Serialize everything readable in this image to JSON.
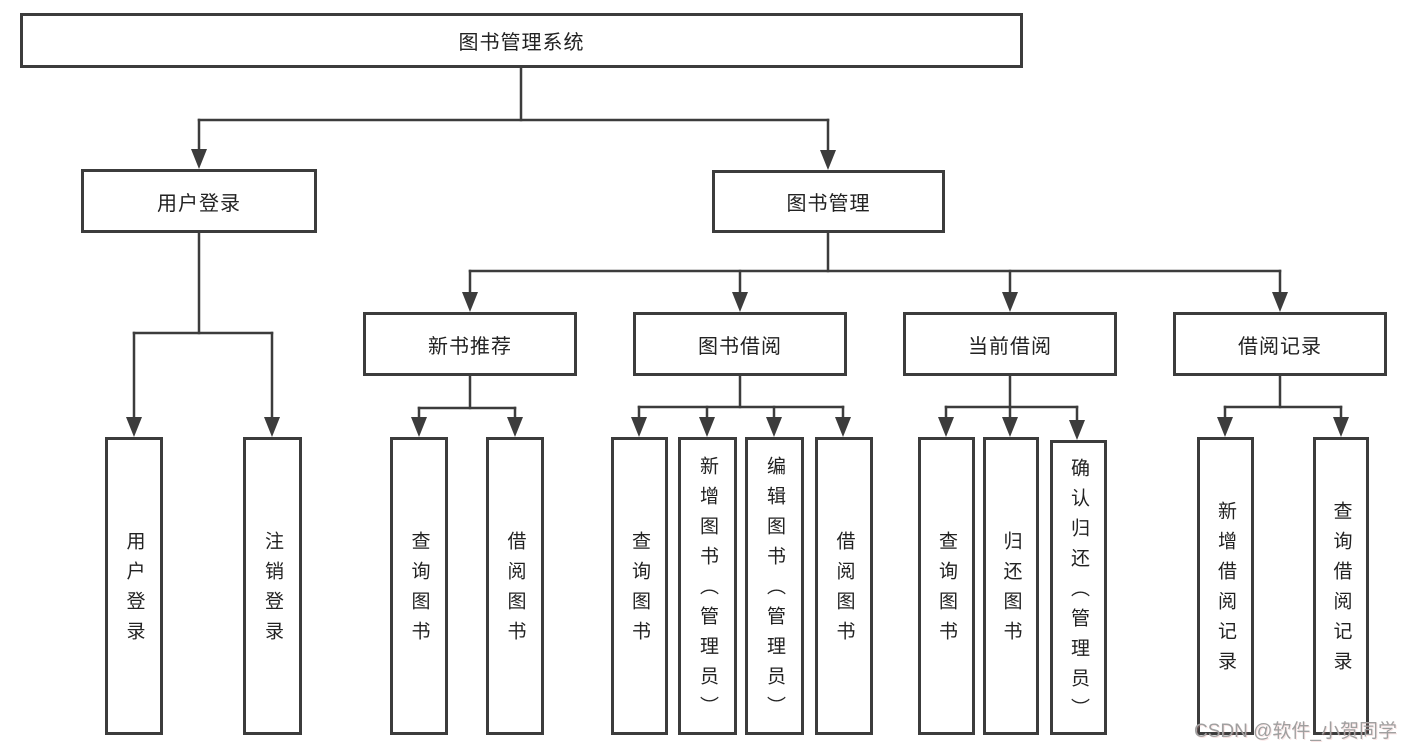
{
  "root": {
    "label": "图书管理系统"
  },
  "level2": [
    {
      "label": "用户登录"
    },
    {
      "label": "图书管理"
    }
  ],
  "level3": [
    {
      "label": "新书推荐"
    },
    {
      "label": "图书借阅"
    },
    {
      "label": "当前借阅"
    },
    {
      "label": "借阅记录"
    }
  ],
  "leaves": {
    "user_login": [
      "用户登录",
      "注销登录"
    ],
    "new_books": [
      "查询图书",
      "借阅图书"
    ],
    "book_borrow": [
      "查询图书",
      "新增图书（管理员）",
      "编辑图书（管理员）",
      "借阅图书"
    ],
    "current_borrow": [
      "查询图书",
      "归还图书",
      "确认归还（管理员）"
    ],
    "borrow_records": [
      "新增借阅记录",
      "查询借阅记录"
    ]
  },
  "watermark": "CSDN @软件_小贺同学"
}
